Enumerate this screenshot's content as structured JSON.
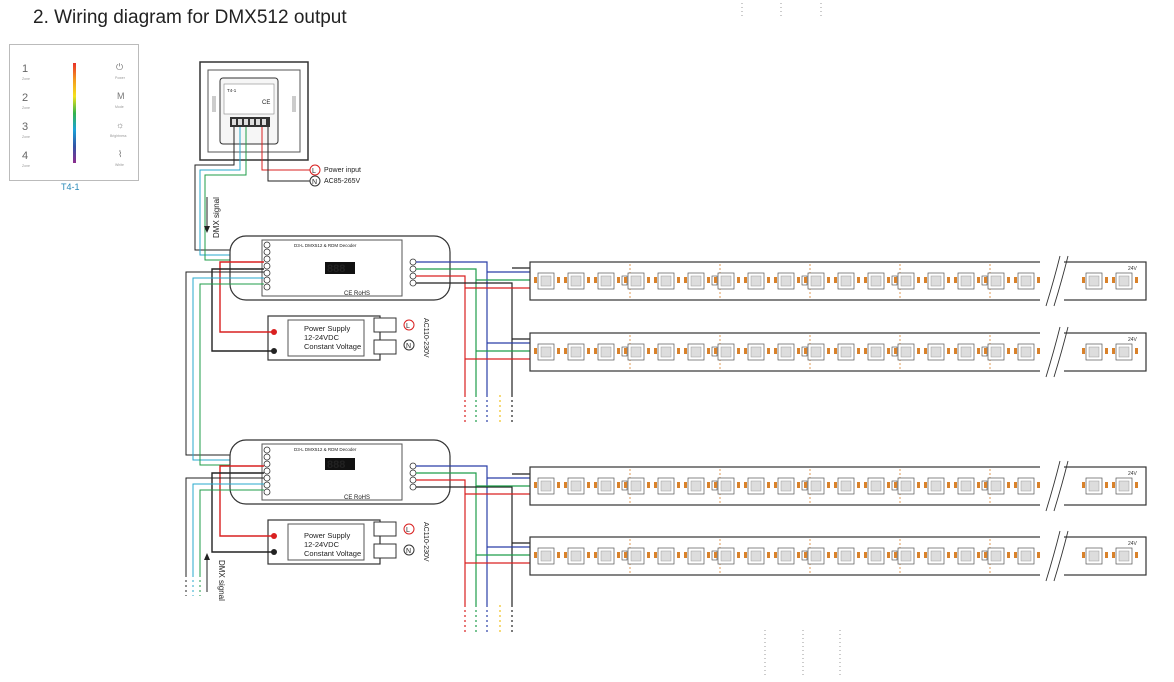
{
  "title": "2. Wiring diagram for DMX512 output",
  "panel": {
    "label": "T4-1",
    "zones": [
      {
        "num": "1",
        "sub": "Zone"
      },
      {
        "num": "2",
        "sub": "Zone"
      },
      {
        "num": "3",
        "sub": "Zone"
      },
      {
        "num": "4",
        "sub": "Zone"
      }
    ],
    "icons": [
      {
        "icon": "power-icon",
        "label": "Power"
      },
      {
        "icon": "mode-icon",
        "glyph": "M",
        "label": "Mode"
      },
      {
        "icon": "brightness-icon",
        "label": "Brightness"
      },
      {
        "icon": "white-icon",
        "label": "White"
      }
    ]
  },
  "controller": {
    "model": "T4-1",
    "power_input": "Power input",
    "voltage": "AC85-265V",
    "live": "L",
    "neutral": "N"
  },
  "signal_in": "DMX signal",
  "signal_out": "DMX signal",
  "decoder": {
    "title": "D3-L  DMX512 & RDM Decoder",
    "display": "888",
    "cert": "CE RoHS"
  },
  "power_supply": {
    "line1": "Power Supply",
    "line2": "12-24VDC",
    "line3": "Constant Voltage",
    "ac": "AC110-230V",
    "live": "L",
    "neutral": "N"
  },
  "strip_voltage": "24V",
  "colors": {
    "red": "#d92020",
    "green": "#1f9d4a",
    "blue": "#2b3fa8",
    "black": "#222222",
    "cyan": "#27aacd",
    "yellow": "#f0c020",
    "strip_led": "#d9822b"
  }
}
